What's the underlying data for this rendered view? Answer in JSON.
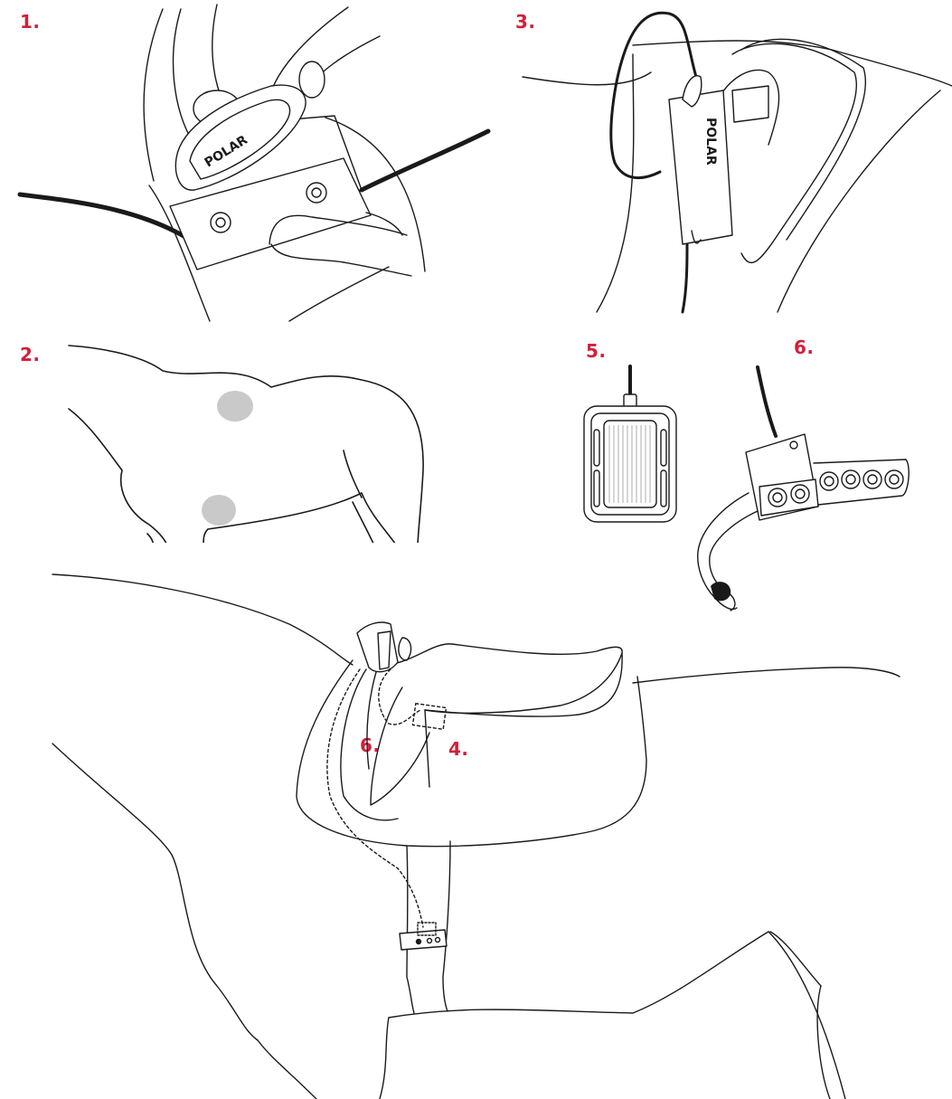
{
  "colors": {
    "accent": "#d31f3a",
    "line": "#1a1a1a",
    "contact_spot": "#c9c9c9"
  },
  "labels": {
    "step1": "1.",
    "step2": "2.",
    "step3": "3.",
    "step4": "4.",
    "step5": "5.",
    "step6_top": "6.",
    "step6_saddle": "6."
  },
  "brand": {
    "logo_text": "POLAR"
  }
}
